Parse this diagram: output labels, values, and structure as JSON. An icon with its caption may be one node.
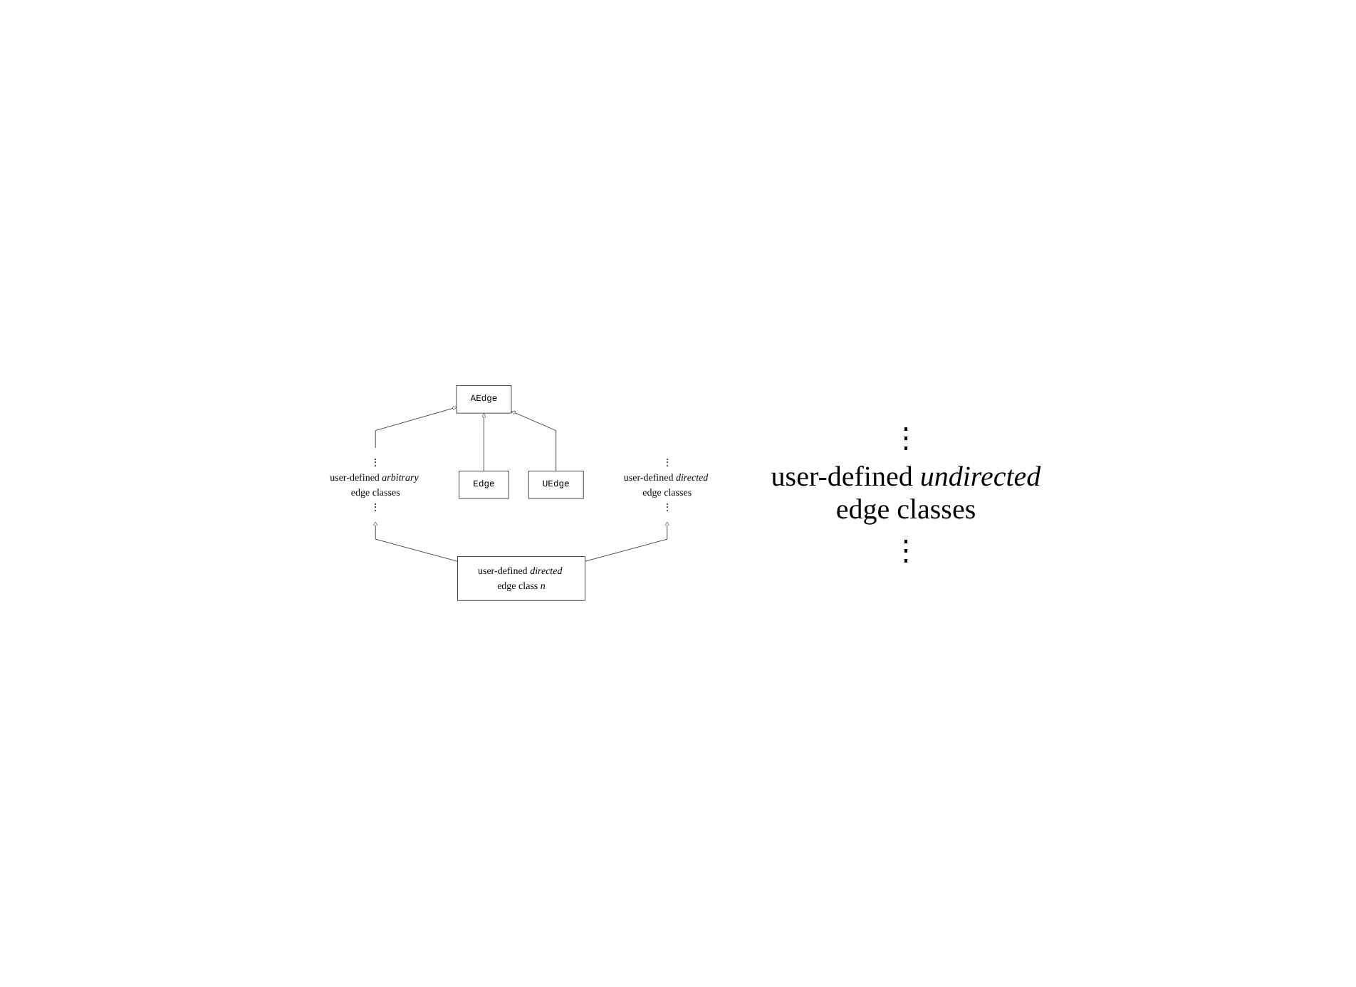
{
  "diagram": {
    "nodes": [
      {
        "text": [
          "AEdge"
        ]
      },
      {
        "text": [
          "Edge"
        ]
      },
      {
        "text": [
          "UEdge"
        ]
      },
      {
        "text": [
          "⋮",
          "user-defined *arbitrary* edge classes",
          "⋮"
        ]
      },
      {
        "text": [
          "⋮",
          "user-defined *directed* edge classes",
          "⋮"
        ]
      },
      {
        "text": [
          "user-defined *directed* edge class *n*"
        ]
      }
    ],
    "edges": [
      {
        "from": 3,
        "to": 0,
        "arrow": "to"
      },
      {
        "from": 1,
        "to": 0,
        "arrow": "to"
      },
      {
        "from": 2,
        "to": 0,
        "arrow": "to"
      },
      {
        "from": 5,
        "to": 3,
        "arrow": "to"
      },
      {
        "from": 5,
        "to": 4,
        "arrow": "to"
      }
    ],
    "labels": [
      "⋮",
      "user-defined *undirected* edge classes",
      "⋮"
    ]
  }
}
